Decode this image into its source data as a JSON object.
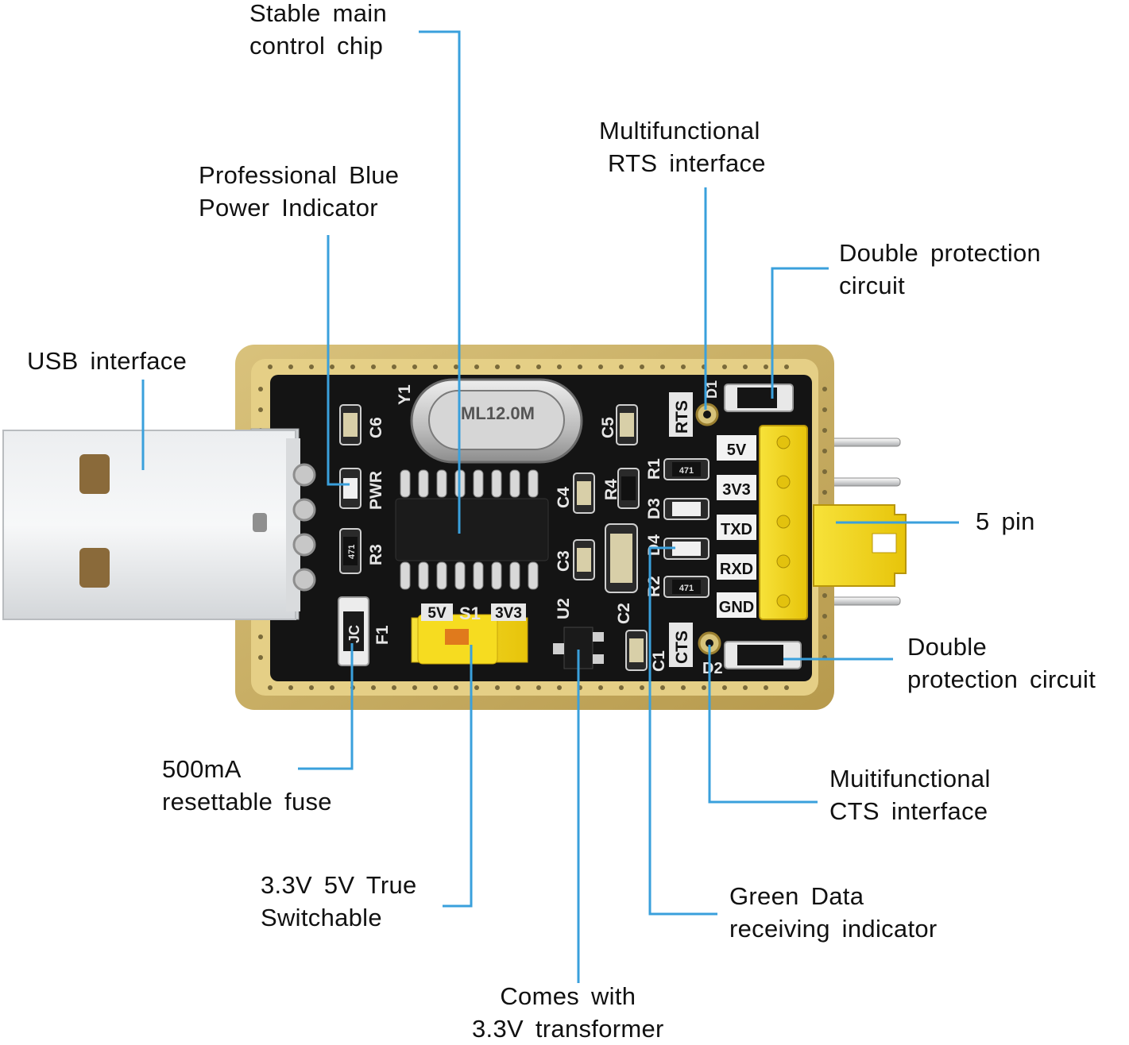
{
  "colors": {
    "leader": "#3aa0dc",
    "pcb": "#111111",
    "pcb_edge": "#c9b06a",
    "header": "#f2d313",
    "usb_metal": "#e2e4e6",
    "text": "#111111"
  },
  "callouts": {
    "stable_chip": [
      "Stable main",
      "control chip"
    ],
    "blue_power": [
      "Professional Blue",
      "Power Indicator"
    ],
    "rts": [
      "Multifunctional",
      "RTS interface"
    ],
    "protection_top": [
      "Double protection",
      "circuit"
    ],
    "usb": [
      "USB interface"
    ],
    "five_pin": [
      "5 pin"
    ],
    "protection_bottom": [
      "Double",
      "protection circuit"
    ],
    "fuse": [
      "500mA",
      "resettable fuse"
    ],
    "cts": [
      "Muitifunctional",
      "CTS interface"
    ],
    "switchable": [
      "3.3V 5V True",
      "Switchable"
    ],
    "green_data": [
      "Green Data",
      "receiving indicator"
    ],
    "transformer": [
      "Comes with",
      "3.3V transformer"
    ]
  },
  "board_labels": {
    "y1": "Y1",
    "crystal": "ML12.0M",
    "c6": "C6",
    "c5": "C5",
    "pwr": "PWR",
    "r3": "R3",
    "f1": "F1",
    "jc": "JC",
    "c4": "C4",
    "r4": "R4",
    "r1": "R1",
    "d3": "D3",
    "d4": "D4",
    "c3": "C3",
    "c2": "C2",
    "r2": "R2",
    "u2": "U2",
    "c1": "C1",
    "d1": "D1",
    "d2": "D2",
    "rts": "RTS",
    "cts": "CTS",
    "s1": "S1",
    "sw_5v": "5V",
    "sw_3v3": "3V3",
    "res_value": "471",
    "pins": [
      "5V",
      "3V3",
      "TXD",
      "RXD",
      "GND"
    ]
  }
}
